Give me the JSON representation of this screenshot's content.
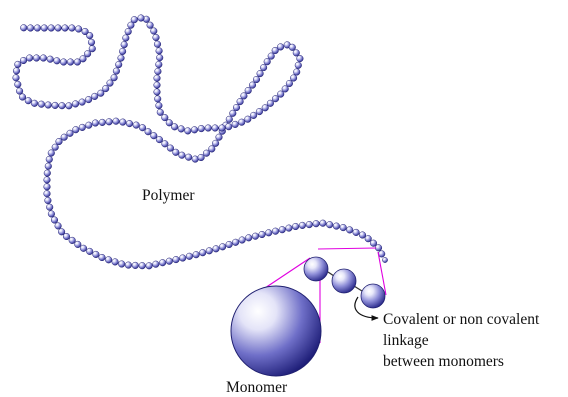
{
  "labels": {
    "polymer": "Polymer",
    "monomer": "Monomer",
    "linkage_lines": [
      "Covalent or non covalent",
      "linkage",
      "between monomers"
    ]
  },
  "colors": {
    "bead_highlight": "#ffffff",
    "bead_mid": "#8e8ed8",
    "bead_dark": "#1c1c80",
    "bead_outline": "#202070",
    "zoom_lines": "#e000e0",
    "linker": "#333333"
  }
}
